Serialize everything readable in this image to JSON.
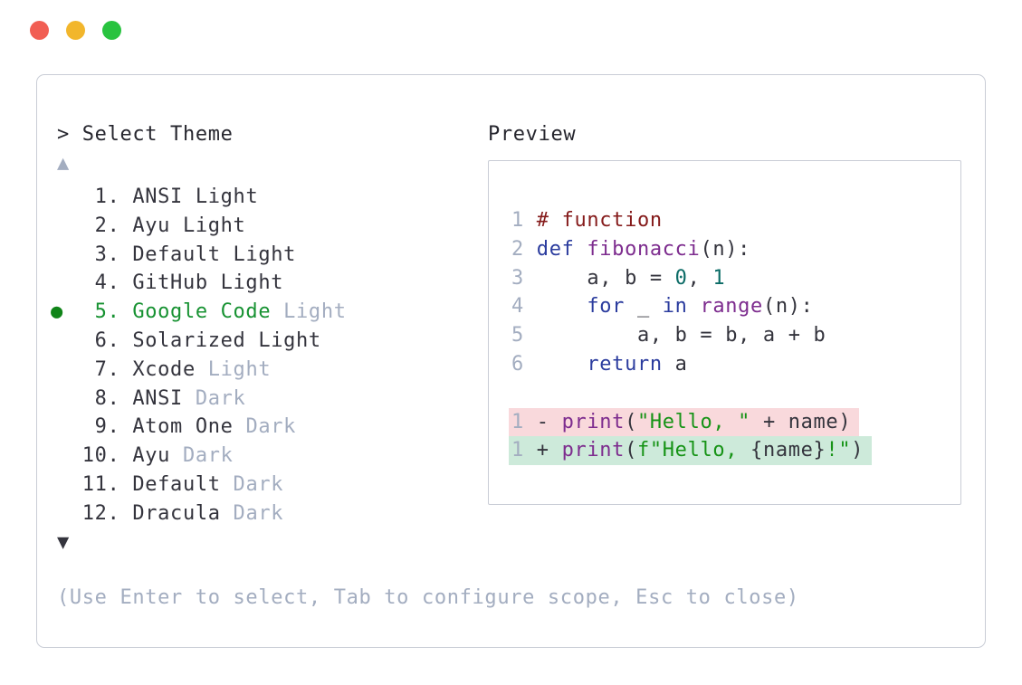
{
  "window": {
    "controls": [
      {
        "name": "close",
        "color": "#f15e53"
      },
      {
        "name": "minimize",
        "color": "#f2b62c"
      },
      {
        "name": "zoom",
        "color": "#28c33f"
      }
    ]
  },
  "prompt": {
    "title": "> Select Theme",
    "footer_hint": "(Use Enter to select, Tab to configure scope, Esc to close)"
  },
  "icons": {
    "scroll_up": "▲",
    "scroll_down": "▼",
    "selected_bullet": "●"
  },
  "theme_list": {
    "items": [
      {
        "num": "1.",
        "name": "ANSI",
        "suffix": "Light",
        "name_color": "dark",
        "suffix_color": "dark",
        "selected": false
      },
      {
        "num": "2.",
        "name": "Ayu",
        "suffix": "Light",
        "name_color": "dark",
        "suffix_color": "dark",
        "selected": false
      },
      {
        "num": "3.",
        "name": "Default",
        "suffix": "Light",
        "name_color": "dark",
        "suffix_color": "dark",
        "selected": false
      },
      {
        "num": "4.",
        "name": "GitHub",
        "suffix": "Light",
        "name_color": "dark",
        "suffix_color": "dark",
        "selected": false
      },
      {
        "num": "5.",
        "name": "Google Code",
        "suffix": "Light",
        "name_color": "green",
        "suffix_color": "dim",
        "selected": true
      },
      {
        "num": "6.",
        "name": "Solarized",
        "suffix": "Light",
        "name_color": "dark",
        "suffix_color": "dark",
        "selected": false
      },
      {
        "num": "7.",
        "name": "Xcode",
        "suffix": "Light",
        "name_color": "dark",
        "suffix_color": "dim",
        "selected": false
      },
      {
        "num": "8.",
        "name": "ANSI",
        "suffix": "Dark",
        "name_color": "dark",
        "suffix_color": "dim",
        "selected": false
      },
      {
        "num": "9.",
        "name": "Atom One",
        "suffix": "Dark",
        "name_color": "dark",
        "suffix_color": "dim",
        "selected": false
      },
      {
        "num": "10.",
        "name": "Ayu",
        "suffix": "Dark",
        "name_color": "dark",
        "suffix_color": "dim",
        "selected": false
      },
      {
        "num": "11.",
        "name": "Default",
        "suffix": "Dark",
        "name_color": "dark",
        "suffix_color": "dim",
        "selected": false
      },
      {
        "num": "12.",
        "name": "Dracula",
        "suffix": "Dark",
        "name_color": "dark",
        "suffix_color": "dim",
        "selected": false
      }
    ]
  },
  "preview": {
    "label": "Preview",
    "code_lines": [
      {
        "num": "1",
        "bg": null,
        "segments": [
          {
            "t": "# function",
            "c": "comment"
          }
        ]
      },
      {
        "num": "2",
        "bg": null,
        "segments": [
          {
            "t": "def",
            "c": "kw"
          },
          {
            "t": " ",
            "c": "plain"
          },
          {
            "t": "fibonacci",
            "c": "fn"
          },
          {
            "t": "(n):",
            "c": "plain"
          }
        ]
      },
      {
        "num": "3",
        "bg": null,
        "segments": [
          {
            "t": "    a, b = ",
            "c": "plain"
          },
          {
            "t": "0",
            "c": "lit"
          },
          {
            "t": ", ",
            "c": "plain"
          },
          {
            "t": "1",
            "c": "lit"
          }
        ]
      },
      {
        "num": "4",
        "bg": null,
        "segments": [
          {
            "t": "    ",
            "c": "plain"
          },
          {
            "t": "for",
            "c": "kw"
          },
          {
            "t": " _ ",
            "c": "plain"
          },
          {
            "t": "in",
            "c": "kw"
          },
          {
            "t": " ",
            "c": "plain"
          },
          {
            "t": "range",
            "c": "fn"
          },
          {
            "t": "(n):",
            "c": "plain"
          }
        ]
      },
      {
        "num": "5",
        "bg": null,
        "segments": [
          {
            "t": "        a, b = b, a + b",
            "c": "plain"
          }
        ]
      },
      {
        "num": "6",
        "bg": null,
        "segments": [
          {
            "t": "    ",
            "c": "plain"
          },
          {
            "t": "return",
            "c": "kw"
          },
          {
            "t": " a",
            "c": "plain"
          }
        ]
      },
      {
        "num": null,
        "bg": null,
        "segments": []
      },
      {
        "num": "1",
        "bg": "removed",
        "segments": [
          {
            "t": "- ",
            "c": "plain"
          },
          {
            "t": "print",
            "c": "fn"
          },
          {
            "t": "(",
            "c": "plain"
          },
          {
            "t": "\"Hello, \"",
            "c": "str"
          },
          {
            "t": " + name)",
            "c": "plain"
          }
        ]
      },
      {
        "num": "1",
        "bg": "added",
        "segments": [
          {
            "t": "+ ",
            "c": "plain"
          },
          {
            "t": "print",
            "c": "fn"
          },
          {
            "t": "(",
            "c": "plain"
          },
          {
            "t": "f\"Hello, ",
            "c": "str"
          },
          {
            "t": "{name}",
            "c": "plain"
          },
          {
            "t": "!\"",
            "c": "str"
          },
          {
            "t": ")",
            "c": "plain"
          }
        ]
      }
    ]
  },
  "colors": {
    "text_dark": "#34343d",
    "title": "#26262e",
    "dim": "#a3adc0",
    "selected_green": "#179232",
    "bullet_green": "#108418",
    "comment": "#851b1b",
    "keyword": "#2b3c9e",
    "function_name": "#7d2c8e",
    "literal": "#0b6b66",
    "string": "#169316",
    "removed_bg": "#f9d9dc",
    "added_bg": "#cdeada",
    "panel_border": "#c9cdd6"
  }
}
